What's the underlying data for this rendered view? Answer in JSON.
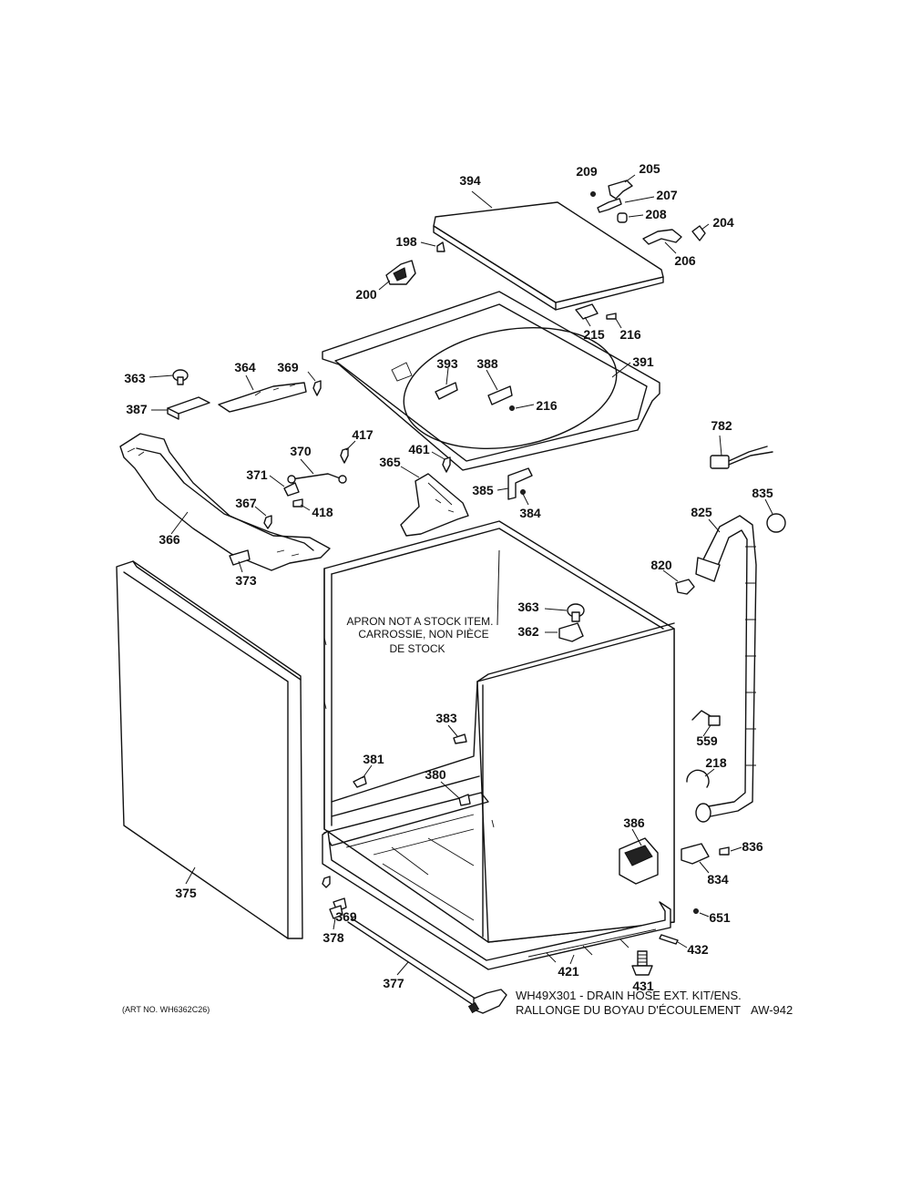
{
  "callouts": [
    "394",
    "209",
    "205",
    "207",
    "208",
    "204",
    "206",
    "198",
    "200",
    "215",
    "216",
    "391",
    "393",
    "388",
    "216",
    "363",
    "364",
    "369",
    "387",
    "417",
    "370",
    "371",
    "367",
    "418",
    "366",
    "373",
    "461",
    "365",
    "385",
    "384",
    "782",
    "835",
    "825",
    "820",
    "363",
    "362",
    "383",
    "381",
    "380",
    "386",
    "559",
    "218",
    "836",
    "834",
    "651",
    "432",
    "431",
    "421",
    "377",
    "378",
    "369",
    "375"
  ],
  "notes": {
    "apron_line1": "APRON NOT A STOCK ITEM.",
    "apron_line2": "CARROSSIE, NON PIÈCE",
    "apron_line3": "DE STOCK",
    "drain_kit_line1": "WH49X301 - DRAIN HOSE EXT. KIT/ENS.",
    "drain_kit_line2": "RALLONGE DU BOYAU D'ÉCOULEMENT",
    "diagram_code": "AW-942",
    "art_number": "(ART NO. WH6362C26)"
  }
}
